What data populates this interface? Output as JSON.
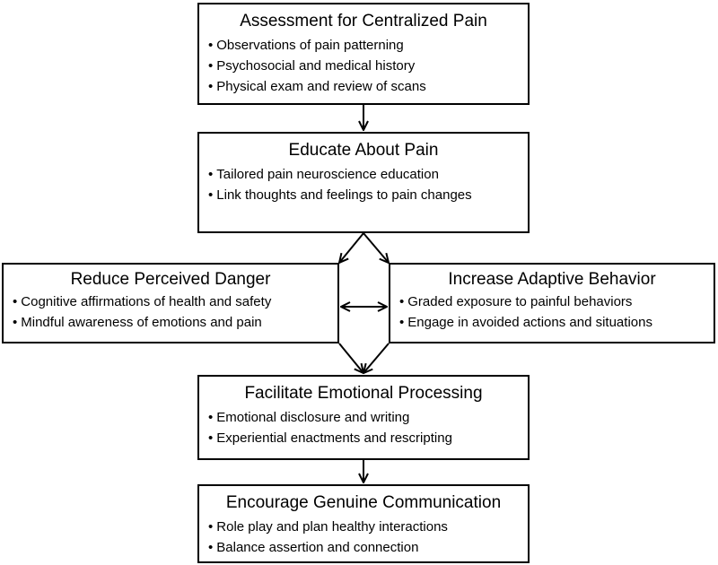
{
  "boxes": {
    "assessment": {
      "title": "Assessment for Centralized Pain",
      "items": [
        "Observations of pain patterning",
        "Psychosocial and medical history",
        "Physical exam and review of scans"
      ]
    },
    "educate": {
      "title": "Educate About Pain",
      "items": [
        "Tailored pain neuroscience education",
        "Link thoughts and feelings to pain changes"
      ]
    },
    "danger": {
      "title": "Reduce Perceived Danger",
      "items": [
        "Cognitive affirmations of health and safety",
        "Mindful awareness of emotions and pain"
      ]
    },
    "adaptive": {
      "title": "Increase Adaptive Behavior",
      "items": [
        "Graded exposure to painful behaviors",
        "Engage in avoided actions and situations"
      ]
    },
    "emotional": {
      "title": "Facilitate Emotional Processing",
      "items": [
        "Emotional disclosure and writing",
        "Experiential enactments and rescripting"
      ]
    },
    "communication": {
      "title": "Encourage Genuine Communication",
      "items": [
        "Role play and plan healthy interactions",
        "Balance assertion and connection"
      ]
    }
  }
}
